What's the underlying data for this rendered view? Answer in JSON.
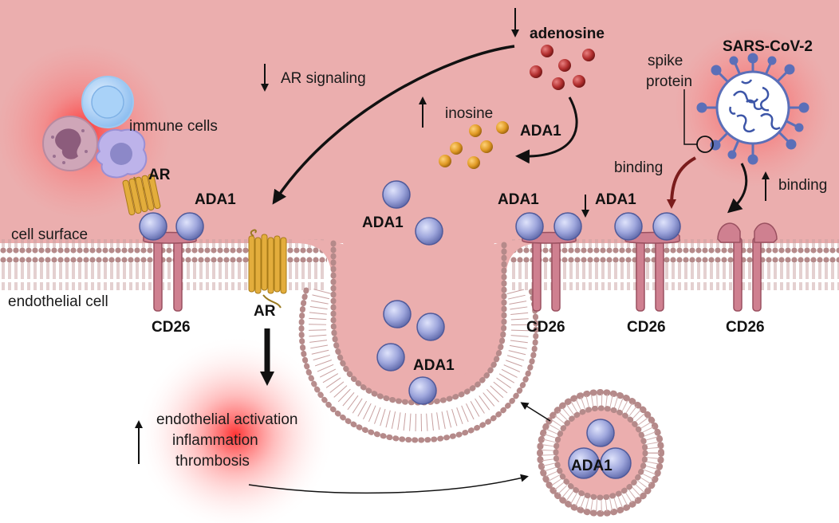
{
  "labels": {
    "adenosine": "adenosine",
    "ar_signaling": "AR signaling",
    "inosine": "inosine",
    "sars_cov_2": "SARS-CoV-2",
    "spike_protein_line1": "spike",
    "spike_protein_line2": "protein",
    "immune_cells": "immune cells",
    "cell_surface": "cell surface",
    "endothelial_cell": "endothelial cell",
    "binding_left": "binding",
    "binding_right": "binding",
    "outcome_line1": "endothelial activation",
    "outcome_line2": "inflammation",
    "outcome_line3": "thrombosis",
    "ar": "AR",
    "ada1": "ADA1",
    "cd26": "CD26"
  },
  "colors": {
    "extracellular": "#ebaeae",
    "membrane_head": "#b58a8a",
    "ada1_sphere": "#9ea6dc",
    "cd26_receptor": "#cf8090",
    "ar_receptor": "#e3ad3c",
    "adenosine_dot": "#b33030",
    "inosine_dot": "#e09a25",
    "binding_arrow": "#7a1c1c"
  }
}
